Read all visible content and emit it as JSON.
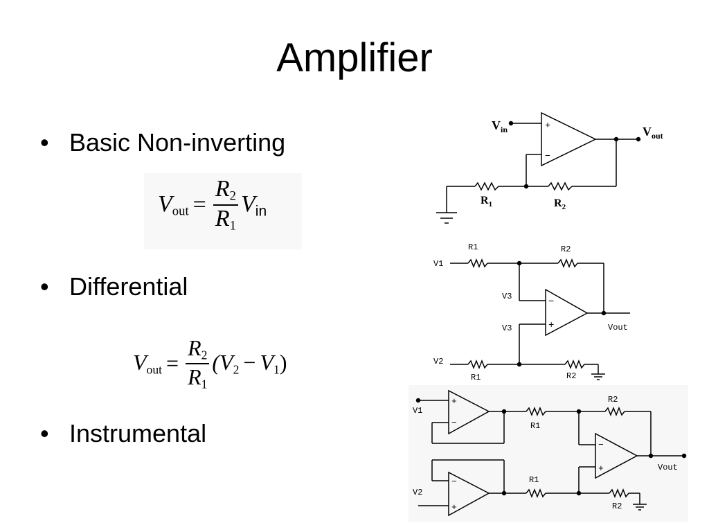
{
  "title": "Amplifier",
  "bullets": [
    {
      "marker": "•",
      "label": "Basic Non-inverting"
    },
    {
      "marker": "•",
      "label": "Differential"
    },
    {
      "marker": "•",
      "label": "Instrumental"
    }
  ],
  "formulas": {
    "noninverting": {
      "lhs": "V",
      "lhs_sub": "out",
      "equals": "=",
      "num": "R",
      "num_sub": "2",
      "den": "R",
      "den_sub": "1",
      "rhs": "V",
      "rhs_sub": "in"
    },
    "differential": {
      "lhs": "V",
      "lhs_sub": "out",
      "equals": "=",
      "num": "R",
      "num_sub": "2",
      "den": "R",
      "den_sub": "1",
      "rhs": "(V",
      "rhs_sub1": "2",
      "minus": "−",
      "rhs2": "V",
      "rhs_sub2": "1",
      "close": ")"
    }
  },
  "circuits": {
    "noninverting": {
      "vin": "V",
      "vin_sub": "in",
      "vout": "V",
      "vout_sub": "out",
      "r1": "R",
      "r1_sub": "1",
      "r2": "R",
      "r2_sub": "2",
      "plus": "+",
      "minus": "−"
    },
    "differential": {
      "v1": "V1",
      "v2": "V2",
      "v3_top": "V3",
      "v3_bottom": "V3",
      "r1_top": "R1",
      "r2_top": "R2",
      "r1_bottom": "R1",
      "r2_bottom": "R2",
      "vout": "Vout",
      "plus": "+",
      "minus": "−"
    },
    "instrumental": {
      "v1": "V1",
      "v2": "V2",
      "r1_top": "R1",
      "r1_bottom": "R1",
      "r2_top": "R2",
      "r2_bottom": "R2",
      "vout": "Vout",
      "plus": "+",
      "minus": "−"
    }
  }
}
